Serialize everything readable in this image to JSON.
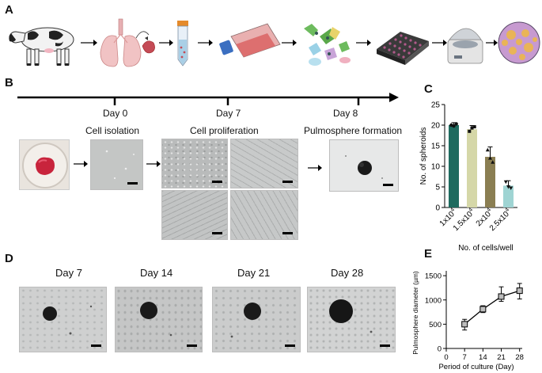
{
  "panels": {
    "a": "A",
    "b": "B",
    "c": "C",
    "d": "D",
    "e": "E"
  },
  "timeline": {
    "days": [
      "Day 0",
      "Day 7",
      "Day 8"
    ],
    "stages": [
      "Cell isolation",
      "Cell proliferation",
      "Pulmosphere formation"
    ]
  },
  "panel_d": {
    "days": [
      "Day 7",
      "Day 14",
      "Day 21",
      "Day 28"
    ]
  },
  "chart_data": [
    {
      "type": "bar",
      "ylabel": "No. of spheroids",
      "xlabel": "No. of cells/well",
      "categories": [
        "1x10^4",
        "1.5x10^4",
        "2x10^4",
        "2.5x10^4"
      ],
      "values": [
        20,
        19,
        12.3,
        5.3
      ],
      "errors": [
        0.6,
        0.9,
        2.4,
        1.2
      ],
      "points": [
        [
          20,
          19.8,
          20.3
        ],
        [
          18.5,
          19.3,
          19.6
        ],
        [
          14,
          12,
          11
        ],
        [
          6.2,
          5.0,
          4.7
        ]
      ],
      "ylim": [
        0,
        25
      ],
      "yticks": [
        0,
        5,
        10,
        15,
        20,
        25
      ],
      "colors": [
        "#1f6b5f",
        "#d5d7a8",
        "#8a7e52",
        "#9fd4d3"
      ]
    },
    {
      "type": "line",
      "ylabel": "Pulmosphere diameter (µm)",
      "xlabel": "Period of culture (Day)",
      "x": [
        7,
        14,
        21,
        28
      ],
      "y": [
        500,
        810,
        1070,
        1190
      ],
      "y_upper": [
        600,
        880,
        1270,
        1340
      ],
      "y_lower": [
        380,
        740,
        970,
        1020
      ],
      "xticks": [
        0,
        7,
        14,
        21,
        28
      ],
      "yticks": [
        0,
        500,
        1000,
        1500
      ],
      "xlim": [
        0,
        29
      ],
      "ylim": [
        0,
        1600
      ]
    }
  ]
}
